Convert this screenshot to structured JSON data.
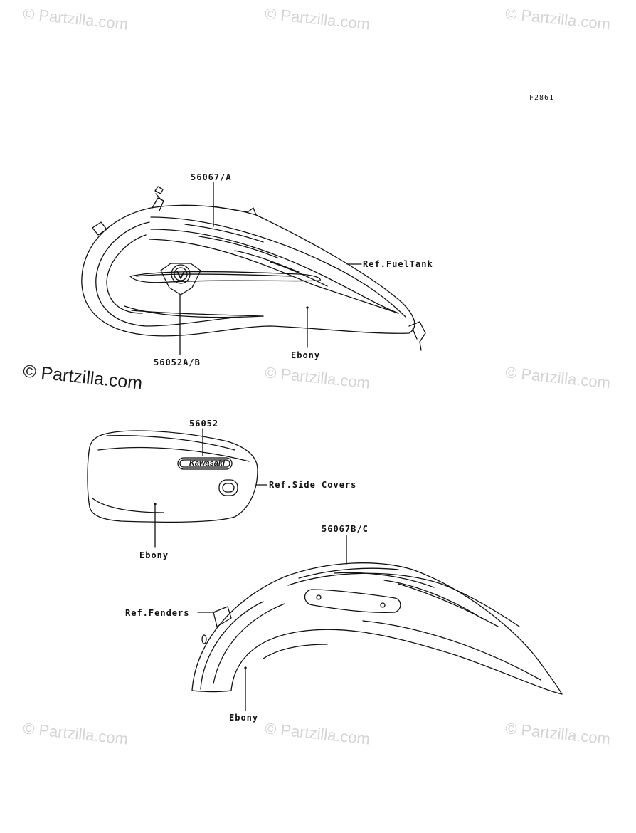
{
  "figure_code": "F2861",
  "watermark_text": "© Partzilla.com",
  "watermark_big": "© Partzilla.com",
  "labels": {
    "tank_decal": "56067/A",
    "tank_ref": "Ref.FuelTank",
    "tank_emblem": "56052A/B",
    "tank_color": "Ebony",
    "cover_decal": "56052",
    "cover_ref": "Ref.Side Covers",
    "cover_color": "Ebony",
    "fender_decal": "56067B/C",
    "fender_ref": "Ref.Fenders",
    "fender_color": "Ebony"
  },
  "emblem_text": "Kawasaki",
  "colors": {
    "line": "#111111",
    "watermark": "#d4d4d4"
  }
}
